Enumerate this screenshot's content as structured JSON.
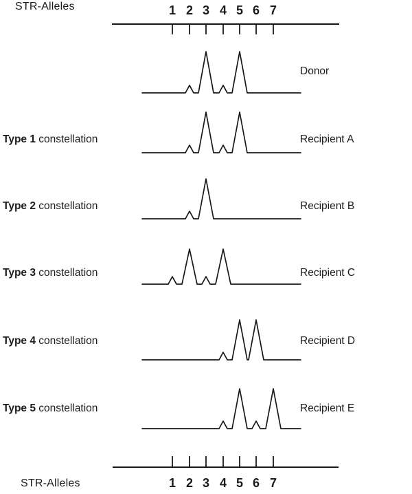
{
  "figure": {
    "top_axis_label": "STR-Alleles",
    "bottom_axis_label": "STR-Alleles",
    "allele_labels": [
      "1",
      "2",
      "3",
      "4",
      "5",
      "6",
      "7"
    ]
  },
  "colors": {
    "ink": "#1b1b1b",
    "line": "#181818",
    "background": "#ffffff"
  },
  "rows": [
    {
      "left_label_bold": "",
      "left_label_rest": "",
      "right_label": "Donor",
      "peaks": [
        {
          "allele": 2,
          "size": "minor"
        },
        {
          "allele": 3,
          "size": "major"
        },
        {
          "allele": 4,
          "size": "minor"
        },
        {
          "allele": 5,
          "size": "major"
        }
      ]
    },
    {
      "left_label_bold": "Type 1",
      "left_label_rest": " constellation",
      "right_label": "Recipient A",
      "peaks": [
        {
          "allele": 2,
          "size": "minor"
        },
        {
          "allele": 3,
          "size": "major"
        },
        {
          "allele": 4,
          "size": "minor"
        },
        {
          "allele": 5,
          "size": "major"
        }
      ]
    },
    {
      "left_label_bold": "Type 2",
      "left_label_rest": " constellation",
      "right_label": "Recipient B",
      "peaks": [
        {
          "allele": 2,
          "size": "minor"
        },
        {
          "allele": 3,
          "size": "major"
        }
      ]
    },
    {
      "left_label_bold": "Type 3",
      "left_label_rest": " constellation",
      "right_label": "Recipient C",
      "peaks": [
        {
          "allele": 1,
          "size": "minor"
        },
        {
          "allele": 2,
          "size": "major"
        },
        {
          "allele": 3,
          "size": "minor"
        },
        {
          "allele": 4,
          "size": "major"
        }
      ]
    },
    {
      "left_label_bold": "Type 4",
      "left_label_rest": " constellation",
      "right_label": "Recipient D",
      "peaks": [
        {
          "allele": 4,
          "size": "minor"
        },
        {
          "allele": 5,
          "size": "major"
        },
        {
          "allele": 6,
          "size": "major"
        }
      ]
    },
    {
      "left_label_bold": "Type 5",
      "left_label_rest": " constellation",
      "right_label": "Recipient E",
      "peaks": [
        {
          "allele": 4,
          "size": "minor"
        },
        {
          "allele": 5,
          "size": "major"
        },
        {
          "allele": 6,
          "size": "minor"
        },
        {
          "allele": 7,
          "size": "major"
        }
      ]
    }
  ]
}
